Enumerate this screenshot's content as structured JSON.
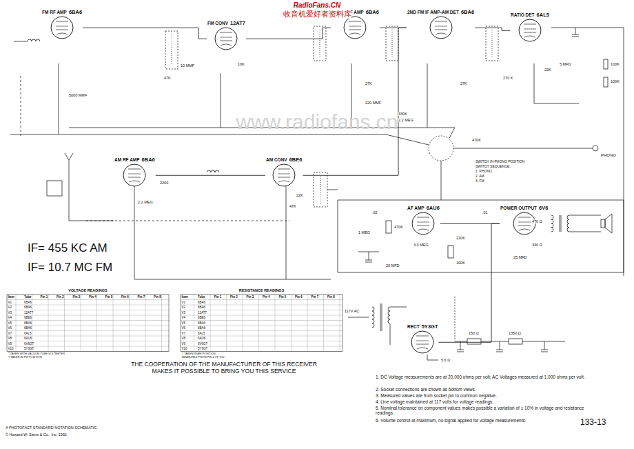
{
  "diagram": {
    "nodes": [
      {
        "text": [
          "FM RF AMP",
          "6BA6"
        ]
      },
      {
        "text": [
          "FM CONV",
          "12AT7"
        ]
      },
      {
        "text": [
          "1ST FM IF AMP",
          "6BA6"
        ]
      },
      {
        "text": [
          "2ND FM IF AMP-AM DET",
          "6BA6"
        ]
      },
      {
        "text": [
          "RATIO DET",
          "6AL5"
        ]
      },
      {
        "text": [
          "AM RF AMP",
          "6BA6"
        ]
      },
      {
        "text": [
          "AM CONV",
          "6BE6"
        ]
      },
      {
        "text": [
          "AF AMP",
          "6AU6"
        ]
      },
      {
        "text": [
          "POWER OUTPUT",
          "6V6"
        ]
      },
      {
        "text": [
          "RECT",
          "5Y3GT"
        ]
      }
    ],
    "edges": [
      {
        "from": 0,
        "to": 1,
        "arrow": "none"
      },
      {
        "from": 1,
        "to": 2,
        "arrow": "none"
      },
      {
        "from": 2,
        "to": 3,
        "arrow": "none"
      },
      {
        "from": 3,
        "to": 4,
        "arrow": "none"
      },
      {
        "from": 5,
        "to": 6,
        "arrow": "none"
      },
      {
        "from": 6,
        "to": 3,
        "arrow": "none"
      },
      {
        "from": 7,
        "to": 8,
        "arrow": "none"
      },
      {
        "from": 9,
        "to": 8,
        "arrow": "none"
      }
    ],
    "labels": [
      "RadioFans.CN",
      "收音机爱好者资料库",
      "www.radiofans.cn",
      "IF= 455 KC AM",
      "IF= 10.7 MC FM",
      "THE COOPERATION OF THE MANUFACTURER OF THIS RECEIVER MAKES IT POSSIBLE TO BRING YOU THIS SERVICE",
      "1. DC Voltage measurements are at 20,000 ohms per volt; AC Voltages measured at 1,000 ohms per volt.",
      "2. Socket connections are shown as bottom views.",
      "3. Measured values are from socket pin to common negative.",
      "4. Line voltage maintained at 117 volts for voltage readings.",
      "5. Nominal tolerance on component values makes possible a variation of ± 10% in voltage and resistance readings.",
      "6. Volume control at maximum, no signal applied for voltage measurements.",
      "A PHOTOFACT STANDARD NOTATION SCHEMATIC",
      "© Howard W. Sams & Co., Inc. 1951",
      "133-13",
      "PHONO",
      "SWITCH IN PHONO POSITION",
      "SWITCH SEQUENCE:",
      "1. PHONO",
      "2. AM",
      "3. FM",
      "* TAKEN WITH VACUUM TUBE VOLTMETER",
      "† TAKEN IN FM POSITION",
      "‡ TAKEN IN AM POSITION",
      "MEASURED FROM PIN 2 OF V10",
      "47K",
      "10K",
      "10 MMF",
      "5000 MMF",
      "220 MMF",
      "27K",
      "27K",
      "330K",
      "2.2 MEG",
      "270 K",
      "5 MFD",
      "100K",
      "100K",
      "22K",
      "470K",
      "2200",
      "2.2 MEG",
      "47K",
      "22K",
      "1 MEG",
      "3.3 MEG",
      "470K",
      "220K",
      "100K",
      "470 Ω",
      "330 Ω",
      "25 MFD",
      "20 MFD",
      ".02",
      ".01",
      "150 Ω",
      "1350 Ω",
      "5.6 Ω",
      "117V AC",
      "VOLTAGE READINGS",
      "Item",
      "Tube",
      "Pin 1",
      "Pin 2",
      "Pin 3",
      "Pin 4",
      "Pin 5",
      "Pin 6",
      "Pin 7",
      "Pin 8",
      "V1",
      "6BA6",
      "V2",
      "6BA6",
      "V3",
      "12AT7",
      "V4",
      "6BE6",
      "V5",
      "6BA6",
      "V6",
      "6BA6",
      "V7",
      "6AL5",
      "V8",
      "6AU6",
      "V9",
      "6V6GT",
      "V10",
      "5Y3GT",
      "RESISTANCE READINGS",
      "Item",
      "Tube",
      "Pin 1",
      "Pin 2",
      "Pin 3",
      "Pin 4",
      "Pin 5",
      "Pin 6",
      "Pin 7",
      "Pin 8",
      "V1",
      "6BA6",
      "V2",
      "6BA6",
      "V3",
      "12AT7",
      "V4",
      "6BE6",
      "V5",
      "6BA6",
      "V6",
      "6BA6",
      "V7",
      "6AL5",
      "V8",
      "6AU6",
      "V9",
      "6V6GT",
      "V10",
      "5Y3GT"
    ]
  }
}
